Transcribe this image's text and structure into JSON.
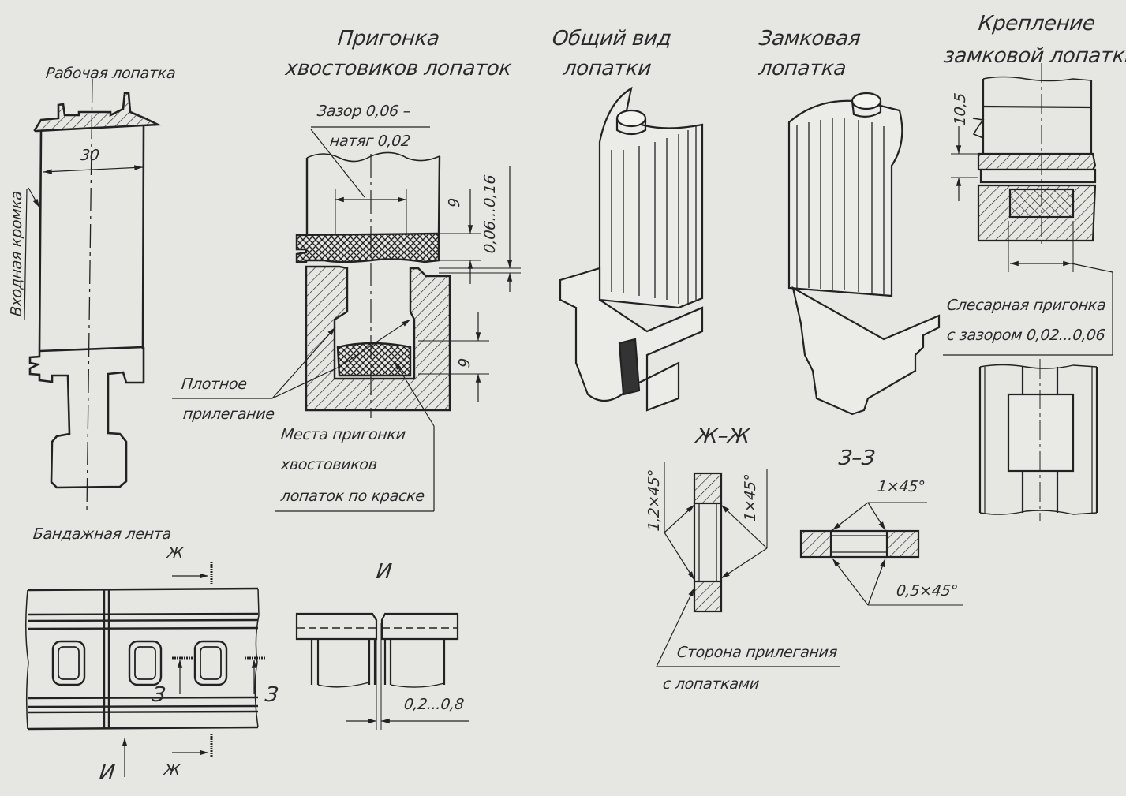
{
  "titles": {
    "working_blade": "Рабочая лопатка",
    "fitting_title_1": "Пригонка",
    "fitting_title_2": "хвостовиков лопаток",
    "general_view_1": "Общий вид",
    "general_view_2": "лопатки",
    "lock_blade_1": "Замковая",
    "lock_blade_2": "лопатка",
    "lock_mount_1": "Крепление",
    "lock_mount_2": "замковой лопатки",
    "shroud_band": "Бандажная лента"
  },
  "annotations": {
    "leading_edge": "Входная кромка",
    "gap_1": "Зазор 0,06 –",
    "gap_2": "натяг 0,02",
    "tight_fit_1": "Плотное",
    "tight_fit_2": "прилегание",
    "paint_fit_1": "Места пригонки",
    "paint_fit_2": "хвостовиков",
    "paint_fit_3": "лопаток по краске",
    "bench_fit_1": "Слесарная пригонка",
    "bench_fit_2": "с зазором 0,02...0,06",
    "contact_side_1": "Сторона прилегания",
    "contact_side_2": "с лопатками"
  },
  "dimensions": {
    "blade_width": "30",
    "dim_9_top": "9",
    "dim_gap_range": "0,06...0,16",
    "dim_9_bottom": "9",
    "dim_10_5": "10,5",
    "chamfer_1_2": "1,2×45°",
    "chamfer_1_left": "1×45°",
    "chamfer_1_right": "1×45°",
    "chamfer_0_5": "0,5×45°",
    "gap_0_2_0_8": "0,2...0,8"
  },
  "section_marks": {
    "zh_top": "Ж",
    "zh_bottom": "Ж",
    "z_left": "З",
    "z_right": "З",
    "i_mark": "И",
    "view_i": "И",
    "section_zh": "Ж–Ж",
    "section_z": "З–З"
  },
  "colors": {
    "paper": "#e6e6e3",
    "ink": "#222222"
  }
}
